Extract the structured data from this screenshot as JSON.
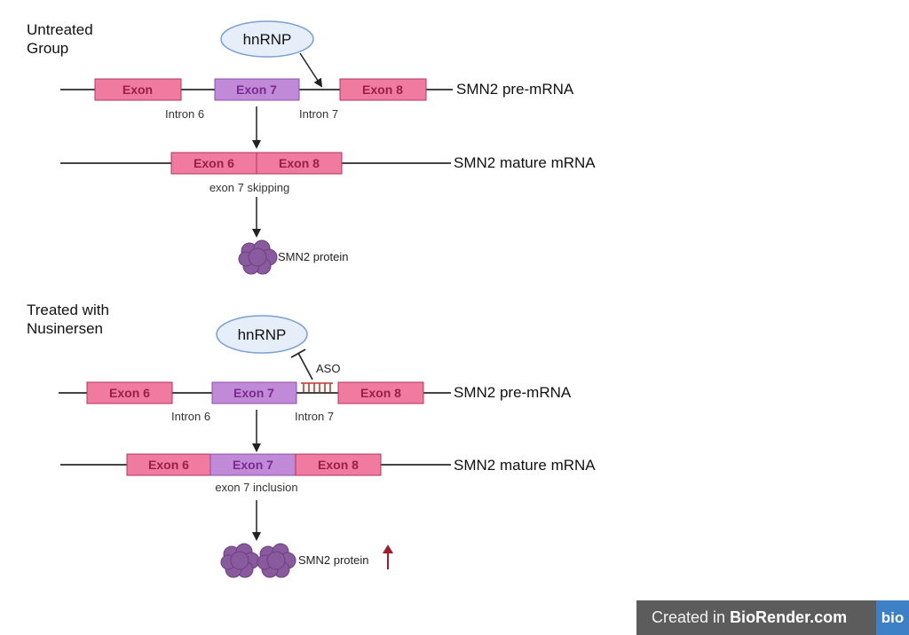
{
  "untreated": {
    "heading_line1": "Untreated",
    "heading_line2": "Group",
    "hnrnp": "hnRNP",
    "pre_exon_a": "Exon",
    "pre_exon_b": "Exon 7",
    "pre_exon_c": "Exon 8",
    "intron_6": "Intron 6",
    "intron_7": "Intron 7",
    "pre_label": "SMN2 pre-mRNA",
    "mature_exon_a": "Exon 6",
    "mature_exon_b": "Exon 8",
    "mature_label": "SMN2 mature mRNA",
    "splice_note": "exon 7 skipping",
    "protein_label": "SMN2 protein"
  },
  "treated": {
    "heading_line1": "Treated with",
    "heading_line2": "Nusinersen",
    "hnrnp": "hnRNP",
    "aso": "ASO",
    "pre_exon_a": "Exon 6",
    "pre_exon_b": "Exon 7",
    "pre_exon_c": "Exon 8",
    "intron_6": "Intron 6",
    "intron_7": "Intron 7",
    "pre_label": "SMN2 pre-mRNA",
    "mature_exon_a": "Exon 6",
    "mature_exon_b": "Exon 7",
    "mature_exon_c": "Exon 8",
    "mature_label": "SMN2 mature mRNA",
    "splice_note": "exon 7 inclusion",
    "protein_label": "SMN2 protein"
  },
  "colors": {
    "exon_pink": "#f07aa0",
    "exon_purple": "#c08ad8",
    "protein": "#8a5a9e",
    "aso": "#c0392b",
    "hnrnp_fill": "#e6eef9",
    "up_arrow": "#a01c2c"
  },
  "footer": {
    "prefix": "Created in ",
    "brand": "BioRender.com",
    "logo": "bio"
  }
}
